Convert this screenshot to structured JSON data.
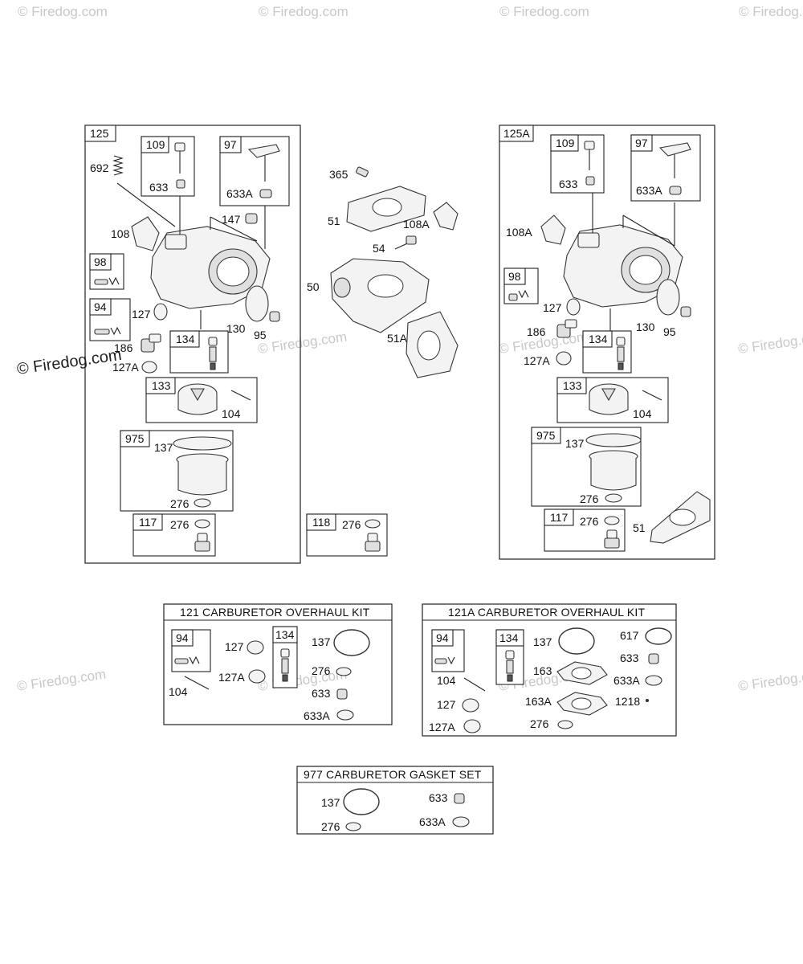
{
  "watermark": {
    "text": "© Firedog.com"
  },
  "left_assembly": {
    "tag": "125",
    "sub_109": {
      "tag": "109",
      "part": "633"
    },
    "sub_97": {
      "tag": "97",
      "part": "633A"
    },
    "callouts": [
      "692",
      "108",
      "147",
      "127",
      "130",
      "95",
      "186",
      "127A"
    ],
    "sub_98": {
      "tag": "98"
    },
    "sub_94": {
      "tag": "94"
    },
    "sub_134": {
      "tag": "134"
    },
    "sub_133": {
      "tag": "133",
      "part": "104"
    },
    "sub_975": {
      "tag": "975",
      "part_a": "137",
      "part_b": "276"
    },
    "sub_117": {
      "tag": "117",
      "part": "276"
    }
  },
  "middle": {
    "callouts": [
      "365",
      "51",
      "108A",
      "54",
      "50",
      "51A"
    ],
    "sub_118": {
      "tag": "118",
      "part": "276"
    }
  },
  "right_assembly": {
    "tag": "125A",
    "sub_109": {
      "tag": "109",
      "part": "633"
    },
    "sub_97": {
      "tag": "97",
      "part": "633A"
    },
    "callouts": [
      "108A",
      "127",
      "186",
      "130",
      "95",
      "127A",
      "51"
    ],
    "sub_98": {
      "tag": "98"
    },
    "sub_134": {
      "tag": "134"
    },
    "sub_133": {
      "tag": "133",
      "part": "104"
    },
    "sub_975": {
      "tag": "975",
      "part_a": "137",
      "part_b": "276"
    },
    "sub_117": {
      "tag": "117",
      "part": "276"
    }
  },
  "kit_121": {
    "title": "121 CARBURETOR OVERHAUL KIT",
    "sub_94": "94",
    "sub_134": "134",
    "labels": [
      "127",
      "127A",
      "104",
      "137",
      "276",
      "633",
      "633A"
    ]
  },
  "kit_121A": {
    "title": "121A CARBURETOR OVERHAUL KIT",
    "sub_94": "94",
    "sub_134": "134",
    "labels": [
      "104",
      "127",
      "127A",
      "137",
      "163",
      "163A",
      "276",
      "617",
      "633",
      "633A",
      "1218"
    ]
  },
  "kit_977": {
    "title": "977 CARBURETOR GASKET SET",
    "labels": [
      "137",
      "276",
      "633",
      "633A"
    ]
  }
}
